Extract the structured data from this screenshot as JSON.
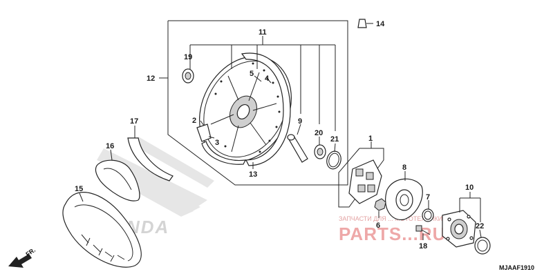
{
  "callouts": {
    "c1": "1",
    "c2": "2",
    "c3": "3",
    "c4": "4",
    "c5": "5",
    "c6": "6",
    "c7": "7",
    "c8": "8",
    "c9": "9",
    "c10": "10",
    "c11": "11",
    "c12": "12",
    "c13": "13",
    "c14": "14",
    "c15": "15",
    "c16": "16",
    "c17": "17",
    "c18": "18",
    "c19": "19",
    "c20": "20",
    "c21": "21",
    "c22": "22"
  },
  "direction_label": "FR.",
  "diagram_code": "MJAAF1910",
  "watermark": {
    "brand": "HONDA",
    "site_caption": "ЗАПЧАСТИ ДЛЯ ... МОТОТЕХНИКИ",
    "site_name": "PARTS...RU"
  },
  "colors": {
    "line": "#222222",
    "watermark_red": "#e98b8b"
  }
}
